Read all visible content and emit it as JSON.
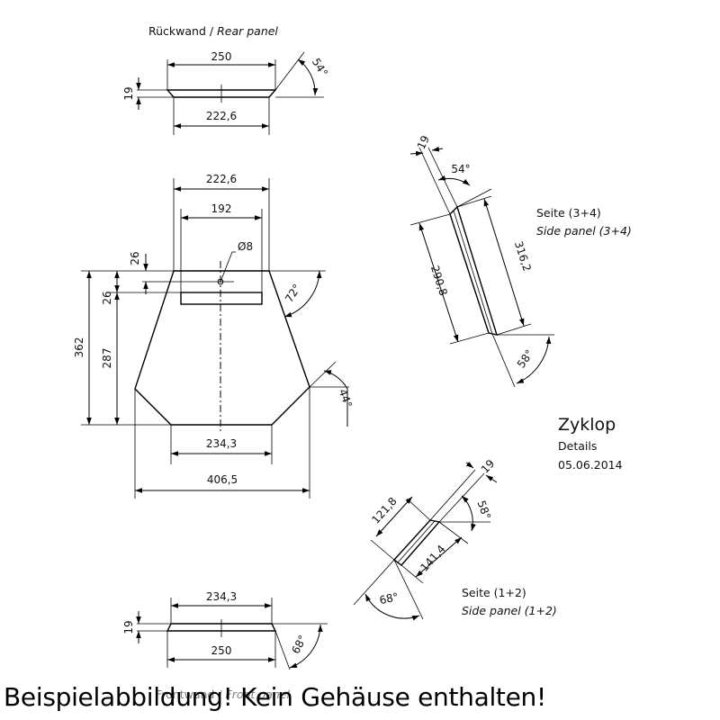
{
  "rear_panel": {
    "title_de": "Rückwand",
    "title_sep": " / ",
    "title_en": "Rear panel",
    "dim_top": "250",
    "dim_bottom": "222,6",
    "dim_thickness": "19",
    "angle": "54°"
  },
  "front_panel": {
    "title_de": "Frontwand",
    "title_sep": " / ",
    "title_en": "Front panel",
    "dim_top": "234,3",
    "dim_bottom": "250",
    "dim_thickness": "19",
    "angle": "68°"
  },
  "main_view": {
    "dim_top_outer": "222,6",
    "dim_top_inner": "192",
    "hole": "Ø8",
    "dim_slot_offset": "26",
    "dim_slot_height": "26",
    "dim_total_height": "362",
    "dim_lower_height": "287",
    "angle_upper": "72°",
    "angle_lower": "44°",
    "dim_bottom": "234,3",
    "dim_width": "406,5"
  },
  "side_panel_34": {
    "label_de": "Seite (3+4)",
    "label_en": "Side panel (3+4)",
    "dim_thickness": "19",
    "angle_top": "54°",
    "dim_short": "290,8",
    "dim_long": "316,2",
    "angle_bottom": "58°"
  },
  "side_panel_12": {
    "label_de": "Seite (1+2)",
    "label_en": "Side panel (1+2)",
    "dim_thickness": "19",
    "angle_top": "58°",
    "dim_short": "121,8",
    "dim_long": "141,4",
    "angle_bottom": "68°"
  },
  "title_block": {
    "name": "Zyklop",
    "subtitle": "Details",
    "date": "05.06.2014"
  },
  "watermark": "Beispielabbildung! Kein Gehäuse enthalten!"
}
